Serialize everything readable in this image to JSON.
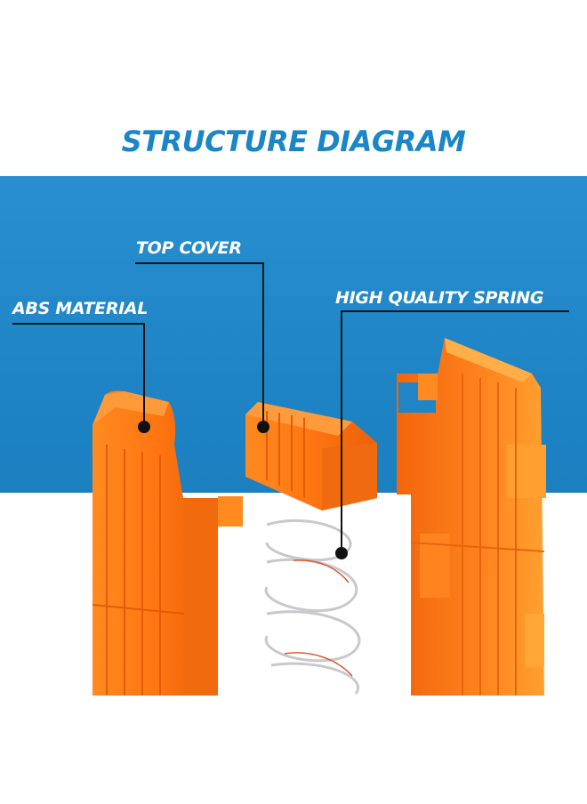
{
  "title": "STRUCTURE DIAGRAM",
  "labels": {
    "abs_material": "ABS MATERIAL",
    "top_cover": "TOP COVER",
    "spring": "HIGH QUALITY SPRING"
  },
  "colors": {
    "title": "#1a86c8",
    "band": "#1f85c6",
    "part_orange": "#ff7a12",
    "part_shade": "#e8620a",
    "spring_wire": "#c9c9cc",
    "spring_accent": "#e05a3a",
    "leader_line": "#111111"
  }
}
